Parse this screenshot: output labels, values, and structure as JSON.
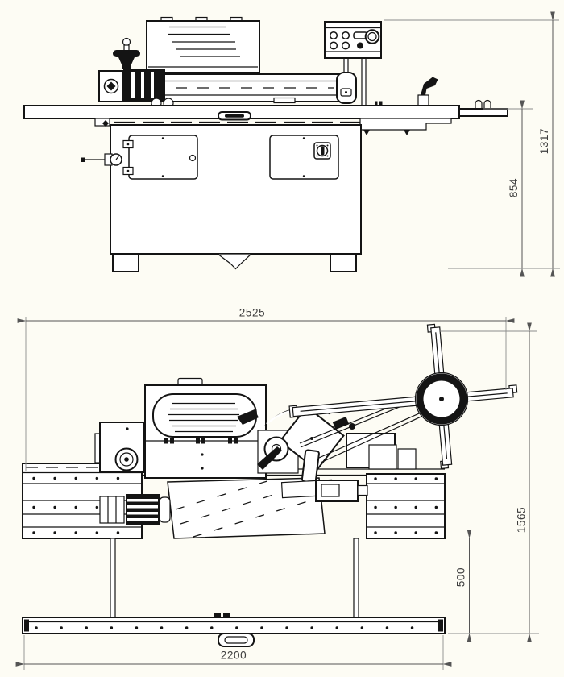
{
  "colors": {
    "background": "#fdfcf4",
    "line": "#141414",
    "dimension_text": "#3d3d3d",
    "dimension_line": "#555555"
  },
  "front_view": {
    "dims": {
      "total_height": "1317",
      "table_height": "854"
    }
  },
  "plan_view": {
    "dims": {
      "total_width": "2525",
      "total_depth": "1565",
      "outrigger_depth": "500",
      "base_width": "2200"
    }
  }
}
